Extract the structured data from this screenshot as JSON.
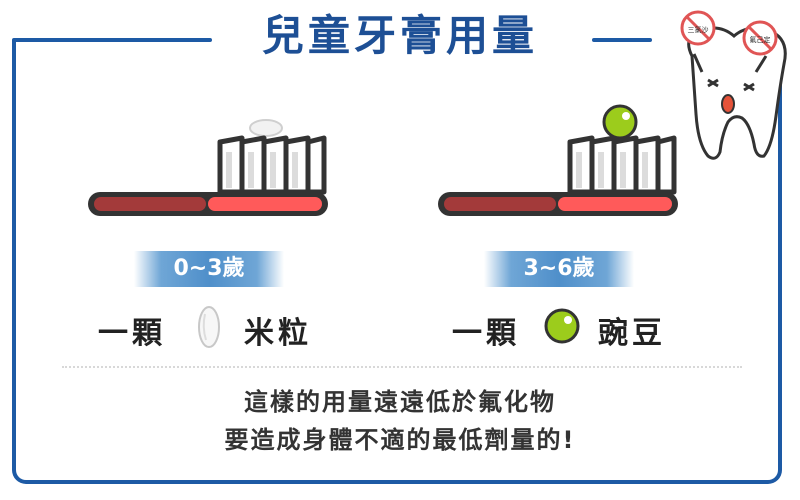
{
  "title": "兒童牙膏用量",
  "left": {
    "age": "0~3歲",
    "amount_prefix": "一顆",
    "amount_suffix": "米粒",
    "paste_icon": "rice-grain-icon"
  },
  "right": {
    "age": "3~6歲",
    "amount_prefix": "一顆",
    "amount_suffix": "豌豆",
    "paste_icon": "pea-icon"
  },
  "caption": {
    "line1": "這樣的用量遠遠低於氟化物",
    "line2": "要造成身體不適的最低劑量的!"
  },
  "tooth_signs": {
    "left": "三氯沙",
    "right": "氟己定"
  },
  "colors": {
    "frame": "#1d5aa5",
    "title": "#1d4f95",
    "handle_dark": "#a33a3a",
    "handle_light": "#ff5a5a",
    "bristles": "#3a3a3a",
    "pea": "#9ccc1c"
  }
}
